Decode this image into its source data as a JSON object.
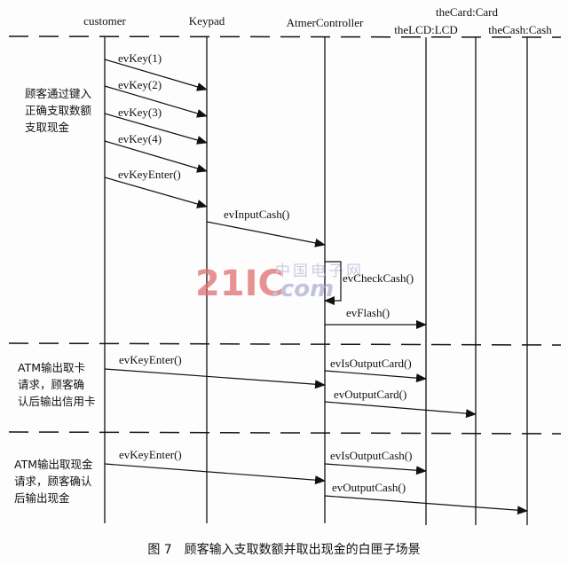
{
  "lifelines": {
    "customer": "customer",
    "keypad": "Keypad",
    "controller": "AtmerController",
    "card": "theCard:Card",
    "lcd": "theLCD:LCD",
    "cash": "theCash:Cash"
  },
  "sections": [
    {
      "note": [
        "顾客通过键入",
        "正确支取数额",
        "支取现金"
      ]
    },
    {
      "note": [
        "ATM输出取卡",
        "请求，顾客确",
        "认后输出信用卡"
      ]
    },
    {
      "note": [
        "ATM输出取现金",
        "请求，顾客确认",
        "后输出现金"
      ]
    }
  ],
  "messages": {
    "evKey1": "evKey(1)",
    "evKey2": "evKey(2)",
    "evKey3": "evKey(3)",
    "evKey4": "evKey(4)",
    "evKeyEnter1": "evKeyEnter()",
    "evInputCash": "evInputCash()",
    "evCheckCash": "evCheckCash()",
    "evFlash": "evFlash()",
    "evKeyEnter2": "evKeyEnter()",
    "evIsOutputCard": "evIsOutputCard()",
    "evOutputCard": "evOutputCard()",
    "evKeyEnter3": "evKeyEnter()",
    "evIsOutputCash": "evIsOutputCash()",
    "evOutputCash": "evOutputCash()"
  },
  "watermark": {
    "logo": "21IC",
    "cn": "中国电子网",
    "domain": ".com"
  },
  "caption": "图 7　顾客输入支取数额并取出现金的白匣子场景"
}
